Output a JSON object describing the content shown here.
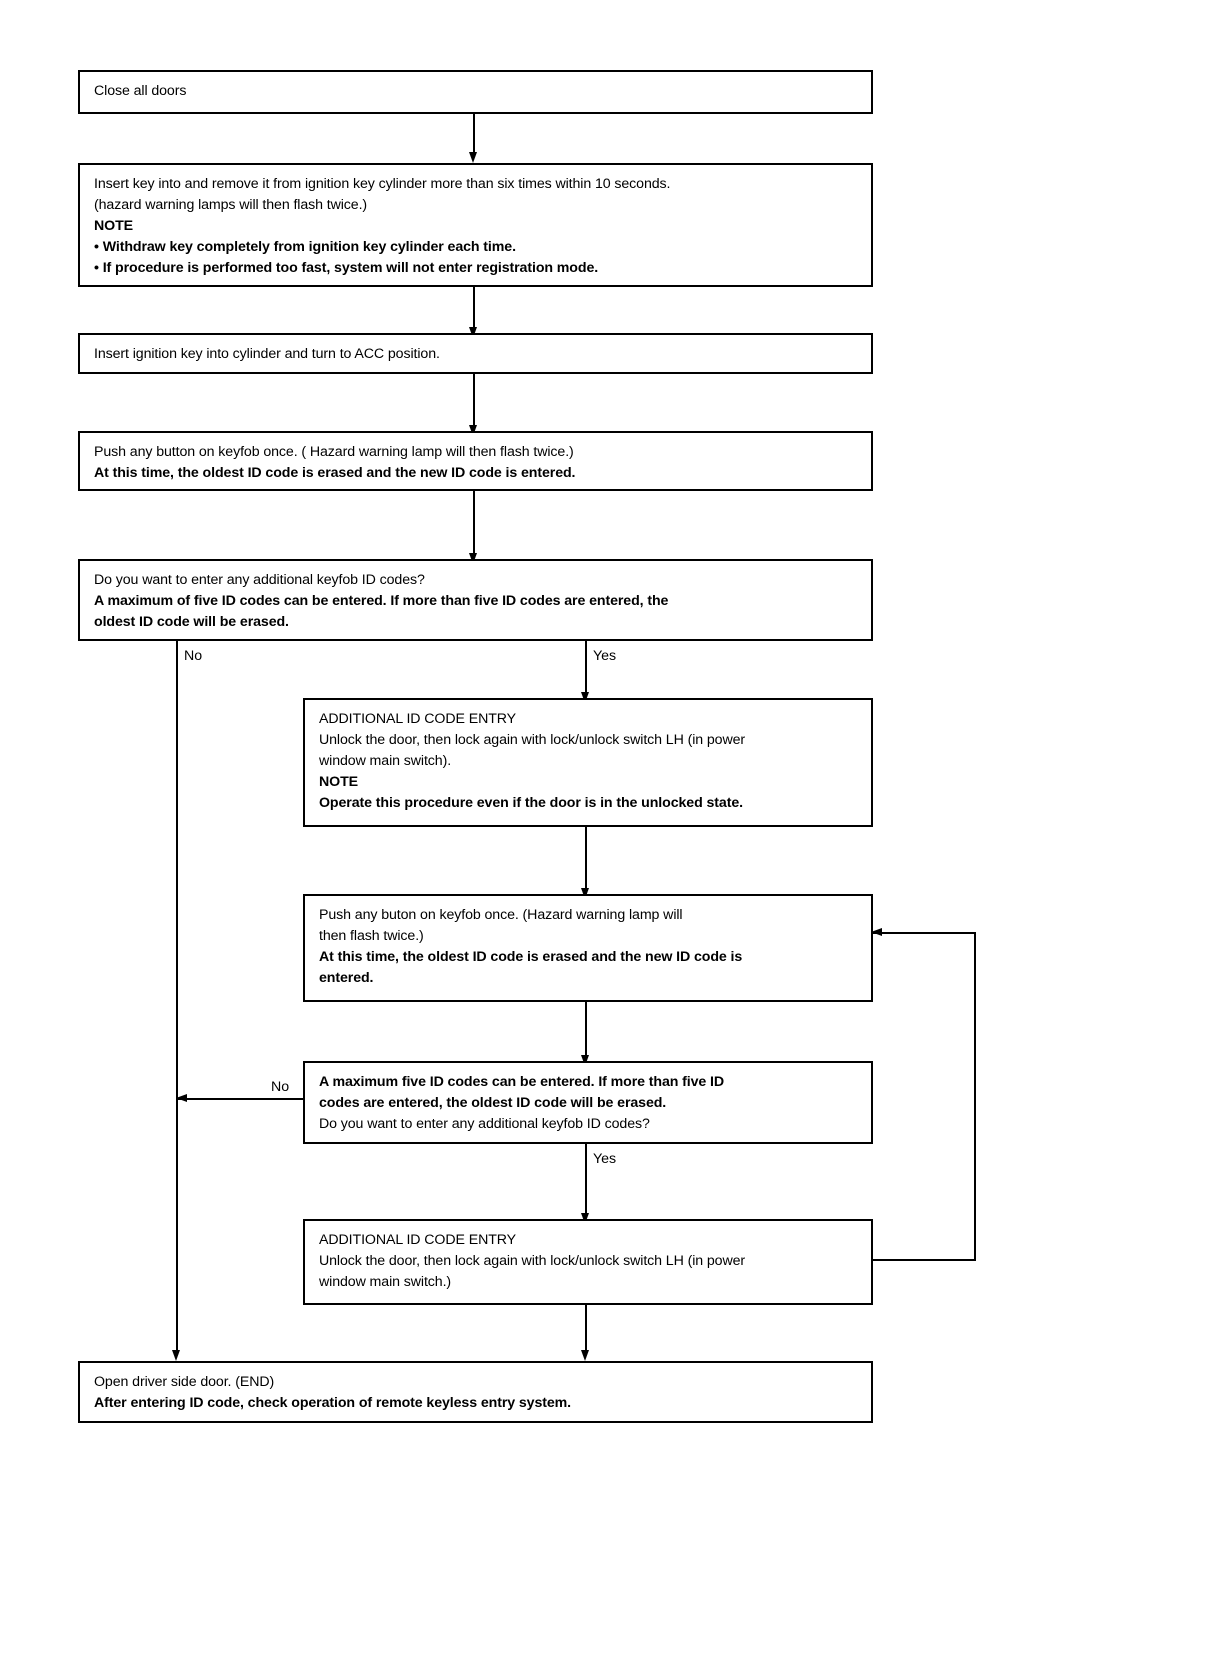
{
  "diagram": {
    "title": "Keyfob ID Code Entry Procedure Flowchart",
    "line_color": "#000000",
    "background_color": "#ffffff",
    "nodes": [
      {
        "id": "close-all-doors",
        "lines": [
          {
            "text": "Close all doors",
            "bold": false
          }
        ]
      },
      {
        "id": "insert-remove-key",
        "lines": [
          {
            "text": "Insert key into and remove it from ignition key cylinder more than six times within 10 seconds.",
            "bold": false
          },
          {
            "text": "(hazard warning lamps will then flash twice.)",
            "bold": false
          },
          {
            "text": "NOTE",
            "bold": true
          },
          {
            "text": "• Withdraw key completely from ignition key cylinder each time.",
            "bold": true
          },
          {
            "text": "• If procedure is performed too fast, system will not enter registration mode.",
            "bold": true
          }
        ]
      },
      {
        "id": "turn-to-acc",
        "lines": [
          {
            "text": "Insert ignition key into cylinder and turn to ACC position.",
            "bold": false
          }
        ]
      },
      {
        "id": "push-button-first",
        "lines": [
          {
            "text": "Push any button on keyfob once. ( Hazard warning lamp will then flash twice.)",
            "bold": false
          },
          {
            "text": "At this time, the oldest ID code is erased and the new ID code is entered.",
            "bold": true
          }
        ]
      },
      {
        "id": "decision-additional-codes-1",
        "lines": [
          {
            "text": "Do you want to enter any additional keyfob ID codes?",
            "bold": false
          },
          {
            "text": "A maximum of five ID codes can be entered. If more than five ID codes are entered, the",
            "bold": true
          },
          {
            "text": "oldest ID code will be erased.",
            "bold": true
          }
        ]
      },
      {
        "id": "additional-id-code-entry-1",
        "lines": [
          {
            "text": "ADDITIONAL ID CODE ENTRY",
            "bold": false
          },
          {
            "text": "Unlock the door, then lock again with lock/unlock switch LH (in power",
            "bold": false
          },
          {
            "text": "window main switch).",
            "bold": false
          },
          {
            "text": "NOTE",
            "bold": true
          },
          {
            "text": "Operate this procedure even if the door is in the unlocked state.",
            "bold": true
          }
        ]
      },
      {
        "id": "push-button-second",
        "lines": [
          {
            "text": "Push any buton on keyfob once. (Hazard warning lamp will",
            "bold": false
          },
          {
            "text": "then flash twice.)",
            "bold": false
          },
          {
            "text": "At this time, the oldest ID code is erased and the new ID code is",
            "bold": true
          },
          {
            "text": "entered.",
            "bold": true
          }
        ]
      },
      {
        "id": "decision-additional-codes-2",
        "lines": [
          {
            "text": "A maximum five ID codes can be entered. If more than five ID",
            "bold": true
          },
          {
            "text": "codes are entered, the oldest ID code will be erased.",
            "bold": true
          },
          {
            "text": "Do you want to enter any additional keyfob ID codes?",
            "bold": false
          }
        ]
      },
      {
        "id": "additional-id-code-entry-2",
        "lines": [
          {
            "text": "ADDITIONAL ID CODE ENTRY",
            "bold": false
          },
          {
            "text": "Unlock the door, then lock again with lock/unlock switch LH (in power",
            "bold": false
          },
          {
            "text": "window main switch.)",
            "bold": false
          }
        ]
      },
      {
        "id": "end-open-driver-door",
        "lines": [
          {
            "text": "Open driver side door. (END)",
            "bold": false
          },
          {
            "text": "After entering ID code, check operation of remote keyless entry system.",
            "bold": true
          }
        ]
      }
    ],
    "edge_labels": {
      "no_1": "No",
      "yes_1": "Yes",
      "no_2": "No",
      "yes_2": "Yes"
    }
  }
}
